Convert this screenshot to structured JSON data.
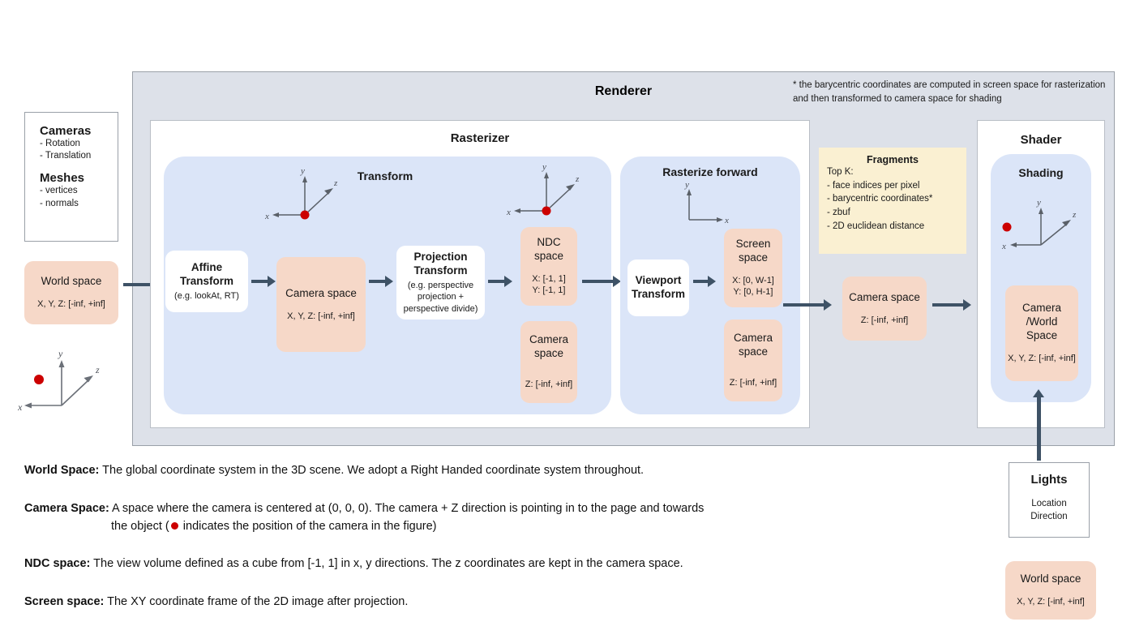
{
  "renderer": {
    "title": "Renderer",
    "footnote": "* the barycentric coordinates are computed in screen space for rasterization and then transformed to camera space for shading"
  },
  "inputs": {
    "cameras_heading": "Cameras",
    "cameras_items": [
      "- Rotation",
      "- Translation"
    ],
    "meshes_heading": "Meshes",
    "meshes_items": [
      "- vertices",
      "- normals"
    ],
    "world_space": {
      "title": "World space",
      "range": "X, Y, Z: [-inf, +inf]"
    }
  },
  "rasterizer": {
    "title": "Rasterizer",
    "transform": {
      "title": "Transform",
      "affine": {
        "title": "Affine\nTransform",
        "sub": "(e.g. lookAt, RT)"
      },
      "camera_space": {
        "title": "Camera space",
        "range": "X, Y, Z: [-inf, +inf]"
      },
      "projection": {
        "title": "Projection\nTransform",
        "sub": "(e.g. perspective projection + perspective divide)"
      },
      "ndc_space": {
        "title": "NDC\nspace",
        "range_x": "X: [-1, 1]",
        "range_y": "Y: [-1, 1]"
      },
      "camera_space_2": {
        "title": "Camera\nspace",
        "range": "Z: [-inf, +inf]"
      }
    },
    "rasterize_forward": {
      "title": "Rasterize forward",
      "viewport": {
        "title": "Viewport\nTransform"
      },
      "screen_space": {
        "title": "Screen\nspace",
        "range_x": "X: [0, W-1]",
        "range_y": "Y: [0,  H-1]"
      },
      "camera_space": {
        "title": "Camera\nspace",
        "range": "Z: [-inf, +inf]"
      }
    }
  },
  "fragments": {
    "title": "Fragments",
    "lead": "Top K:",
    "items": [
      "- face indices per pixel",
      "- barycentric coordinates*",
      "- zbuf",
      "- 2D euclidean distance"
    ]
  },
  "post_raster_camera_space": {
    "title": "Camera space",
    "range": "Z: [-inf, +inf]"
  },
  "shader": {
    "title": "Shader",
    "shading_title": "Shading",
    "camera_world_space": {
      "title": "Camera\n/World\nSpace",
      "range": "X, Y, Z: [-inf, +inf]"
    }
  },
  "lights": {
    "title": "Lights",
    "items": [
      "Location",
      "Direction"
    ]
  },
  "world_space_bottom": {
    "title": "World space",
    "range": "X, Y, Z: [-inf, +inf]"
  },
  "descriptions": [
    {
      "term": "World Space:",
      "text": " The global coordinate system in the 3D scene. We adopt a Right Handed coordinate system throughout."
    },
    {
      "term": "Camera Space:",
      "text": " A space where the camera is centered at (0, 0, 0). The camera + Z direction is pointing in to the page and towards",
      "line2_pre": "the object (",
      "line2_post": " indicates the position of the camera in the figure)"
    },
    {
      "term": "NDC space:",
      "text": " The view volume defined as a cube from [-1, 1] in x, y directions. The z coordinates are kept in the camera space."
    },
    {
      "term": "Screen space:",
      "text": " The XY coordinate frame of the 2D image after projection."
    }
  ],
  "axes_labels": {
    "x": "x",
    "y": "y",
    "z": "z"
  },
  "colors": {
    "renderer_bg": "#dde1e9",
    "panel_blue": "#dbe5f8",
    "box_peach": "#f6d8c8",
    "fragments_yellow": "#faf0d2",
    "arrow": "#3e5266",
    "camera_dot": "#cc0000"
  }
}
